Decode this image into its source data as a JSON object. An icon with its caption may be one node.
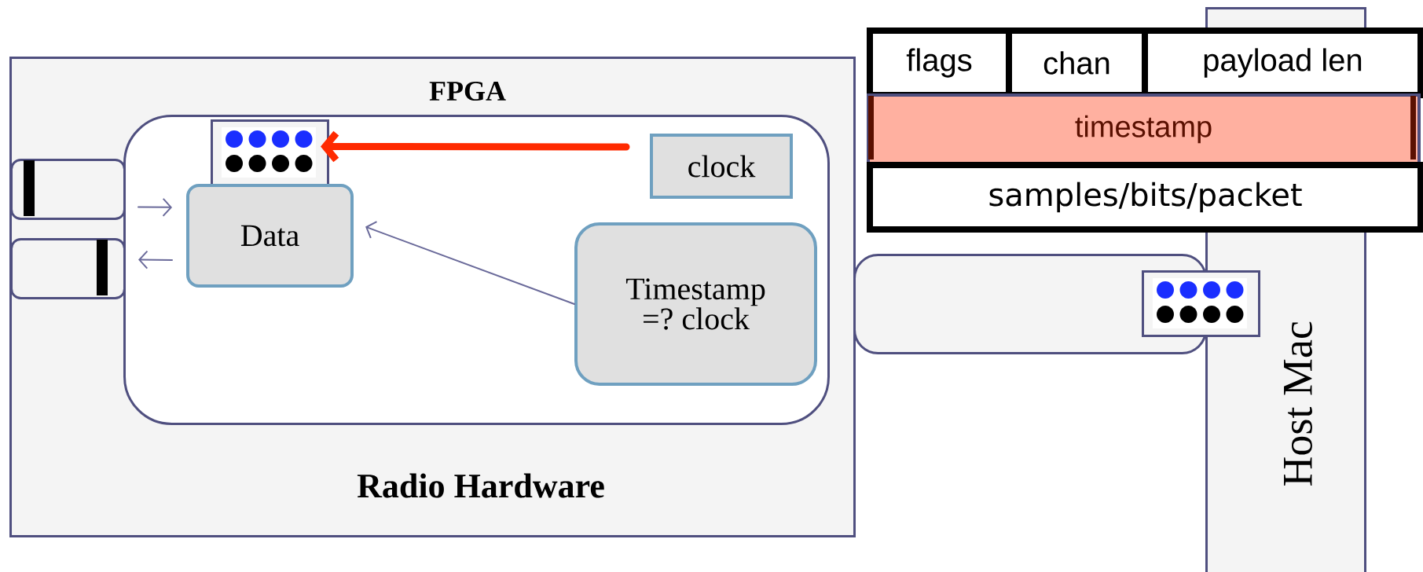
{
  "diagram": {
    "nodes": [
      {
        "text": [
          "Radio Hardware"
        ]
      },
      {
        "text": [
          "FPGA"
        ],
        "in": 0
      },
      {
        "text": [],
        "shape": "box",
        "in": 0
      },
      {
        "text": [],
        "shape": "box",
        "in": 0
      },
      {
        "text": [],
        "shape": "picture",
        "in": 1
      },
      {
        "text": [
          "clock"
        ],
        "in": 1
      },
      {
        "text": [
          "Data"
        ],
        "in": 1
      },
      {
        "text": [
          "Timestamp =? clock"
        ],
        "in": 1
      },
      {
        "text": [],
        "shape": "box"
      },
      {
        "text": [
          "Host Mac"
        ]
      },
      {
        "text": [],
        "shape": "picture"
      },
      {
        "text": [
          "flags"
        ]
      },
      {
        "text": [
          "chan"
        ]
      },
      {
        "text": [
          "payload len"
        ]
      },
      {
        "text": [
          "timestamp"
        ]
      },
      {
        "text": [
          "samples/bits/packet"
        ]
      }
    ],
    "edges": [
      {
        "from": 2,
        "to": 6,
        "arrow": "to"
      },
      {
        "from": 6,
        "to": 3,
        "arrow": "to"
      },
      {
        "from": 5,
        "to": 4,
        "arrow": "to",
        "style": "thick",
        "color": "#ff2a00"
      },
      {
        "from": 7,
        "to": 6,
        "arrow": "to"
      }
    ]
  }
}
